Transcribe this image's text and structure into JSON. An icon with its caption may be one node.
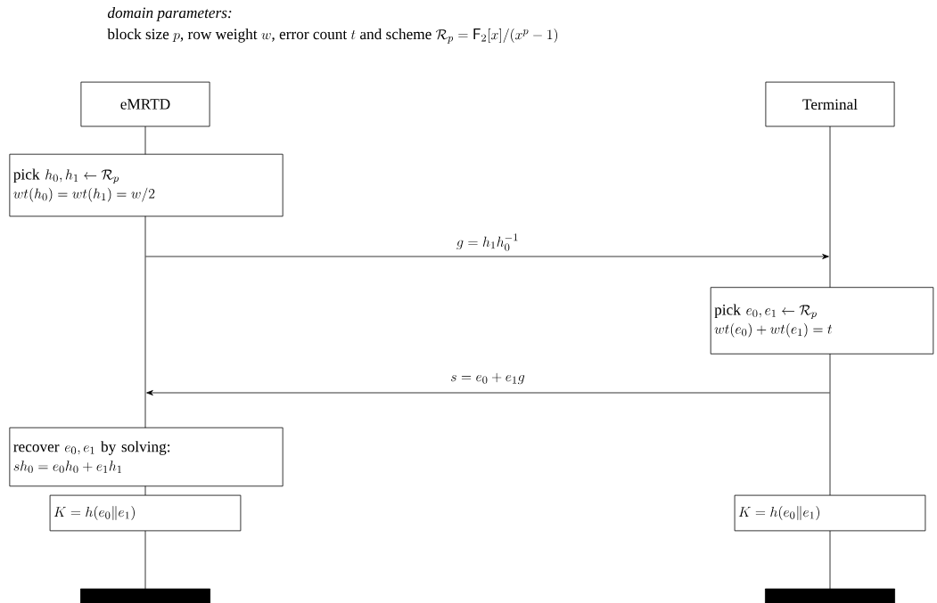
{
  "diagram": {
    "nodes": [
      {
        "text": [
          "eMRTD"
        ]
      },
      {
        "text": [
          "Terminal"
        ]
      },
      {
        "text": [
          "\\text{pick } h_0, h_1 \\leftarrow \\mathcal{R}_p",
          "wt(h_0) = wt(h_1) = w/2"
        ]
      },
      {
        "text": [
          "\\text{pick } e_0, e_1 \\leftarrow \\mathcal{R}_p",
          "wt(e_0) + wt(e_1) = t"
        ]
      },
      {
        "text": [
          "\\text{recover } e_0, e_1 \\text{ by solving:}",
          "sh_0 = e_0h_0 + e_1h_1"
        ]
      },
      {
        "text": [
          "K = h(e_0 \\| e_1)"
        ]
      },
      {
        "text": [
          "K = h(e_0 \\| e_1)"
        ]
      },
      {
        "text": [],
        "shape": "bar"
      },
      {
        "text": [],
        "shape": "bar"
      },
      {
        "text": [],
        "shape": "line"
      },
      {
        "text": [],
        "shape": "line"
      }
    ],
    "edges": [
      {
        "from": 9,
        "to": 10,
        "arrow": "to",
        "label": "g = h_1 h_0^{-1}"
      },
      {
        "from": 10,
        "to": 9,
        "arrow": "to",
        "label": "s = e_0 + e_1 g"
      }
    ],
    "labels": [
      "domain parameters:",
      "\\text{block size } p\\text{, row weight } w\\text{, error count } t\\text{ and scheme } \\mathcal{R}_p = \\mathsf{F}_2[x]/(x^p - 1)"
    ]
  }
}
